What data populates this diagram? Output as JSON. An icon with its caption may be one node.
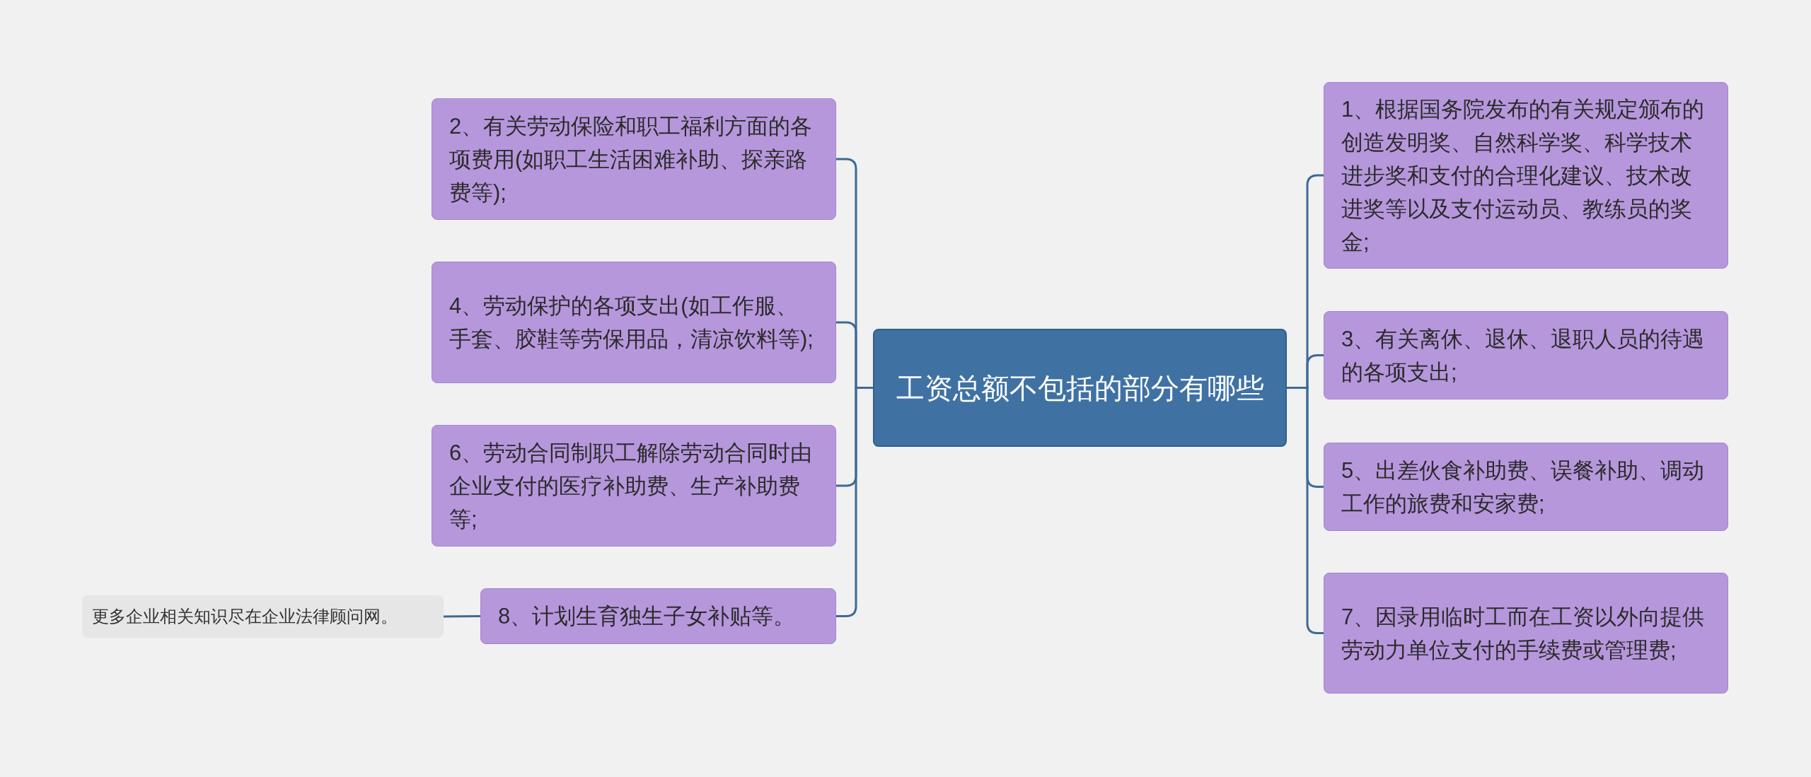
{
  "diagram": {
    "nodes": [
      {
        "text": [
          "工资总额不包括的部分有哪些"
        ]
      },
      {
        "text": [
          "1、根据国务院发布的有关规定颁布的创造发明奖、自然科学奖、科学技术进步奖和支付的合理化建议、技术改进奖等以及支付运动员、教练员的奖金;"
        ]
      },
      {
        "text": [
          "2、有关劳动保险和职工福利方面的各项费用(如职工生活困难补助、探亲路费等);"
        ]
      },
      {
        "text": [
          "3、有关离休、退休、退职人员的待遇的各项支出;"
        ]
      },
      {
        "text": [
          "4、劳动保护的各项支出(如工作服、手套、胶鞋等劳保用品，清凉饮料等);"
        ]
      },
      {
        "text": [
          "5、出差伙食补助费、误餐补助、调动工作的旅费和安家费;"
        ]
      },
      {
        "text": [
          "6、劳动合同制职工解除劳动合同时由企业支付的医疗补助费、生产补助费等;"
        ]
      },
      {
        "text": [
          "7、因录用临时工而在工资以外向提供劳动力单位支付的手续费或管理费;"
        ]
      },
      {
        "text": [
          "8、计划生育独生子女补贴等。"
        ]
      },
      {
        "text": [
          "更多企业相关知识尽在企业法律顾问网。"
        ]
      }
    ],
    "edges": [
      {
        "from": 0,
        "to": 1,
        "arrow": "none"
      },
      {
        "from": 0,
        "to": 2,
        "arrow": "none"
      },
      {
        "from": 0,
        "to": 3,
        "arrow": "none"
      },
      {
        "from": 0,
        "to": 4,
        "arrow": "none"
      },
      {
        "from": 0,
        "to": 5,
        "arrow": "none"
      },
      {
        "from": 0,
        "to": 6,
        "arrow": "none"
      },
      {
        "from": 0,
        "to": 7,
        "arrow": "none"
      },
      {
        "from": 0,
        "to": 8,
        "arrow": "none"
      },
      {
        "from": 8,
        "to": 9,
        "arrow": "none"
      }
    ]
  }
}
